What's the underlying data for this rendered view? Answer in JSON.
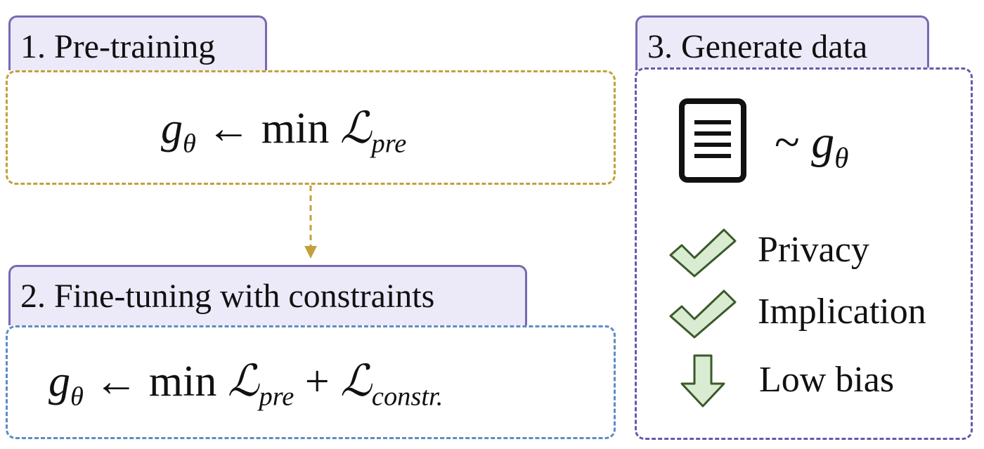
{
  "stage1": {
    "title": "1. Pre-training",
    "formula": {
      "lhs": "g",
      "lhs_sub": "θ",
      "arrow": "←",
      "op": "min",
      "loss": "ℒ",
      "loss_sub": "pre"
    }
  },
  "stage2": {
    "title": "2. Fine-tuning with constraints",
    "formula": {
      "lhs": "g",
      "lhs_sub": "θ",
      "arrow": "←",
      "op": "min",
      "loss1": "ℒ",
      "loss1_sub": "pre",
      "plus": "+",
      "loss2": "ℒ",
      "loss2_sub": "constr."
    }
  },
  "stage3": {
    "title": "3. Generate data",
    "sample": {
      "icon": "document-icon",
      "tilde": "~",
      "model": "g",
      "model_sub": "θ"
    },
    "benefits": [
      {
        "icon": "check-icon",
        "label": "Privacy"
      },
      {
        "icon": "check-icon",
        "label": "Implication"
      },
      {
        "icon": "down-arrow-icon",
        "label": "Low bias"
      }
    ]
  },
  "colors": {
    "tab_fill": "#ece9f8",
    "tab_border": "#7a68b3",
    "box1_border": "#c4a03a",
    "box2_border": "#5b8dc4",
    "box3_border": "#6a58a8",
    "connector": "#c4a03a",
    "benefit_fill": "#d9ecd2",
    "benefit_stroke": "#3a5a2a"
  }
}
